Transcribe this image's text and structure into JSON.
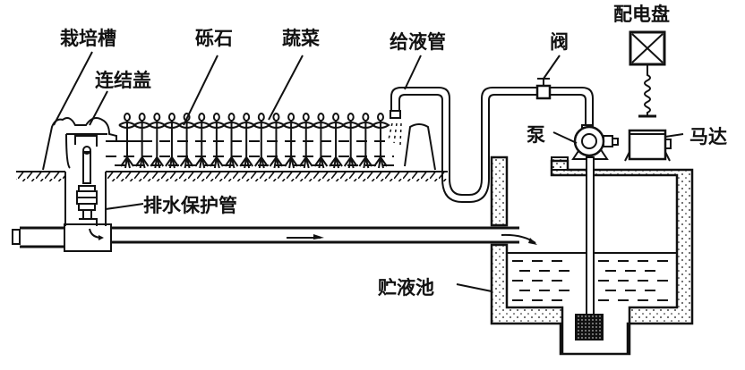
{
  "diagram": {
    "title": "",
    "labels": {
      "cultivation_trough": "栽培槽",
      "connecting_cover": "连结盖",
      "gravel": "砾石",
      "vegetables": "蔬菜",
      "supply_pipe": "给液管",
      "valve": "阀",
      "distribution_panel": "配电盘",
      "pump": "泵",
      "motor": "马达",
      "drain_protection_pipe": "排水保护管",
      "nutrient_tank": "贮液池"
    },
    "components": [
      {
        "id": "cultivation_trough",
        "label": "栽培槽"
      },
      {
        "id": "connecting_cover",
        "label": "连结盖"
      },
      {
        "id": "gravel",
        "label": "砾石"
      },
      {
        "id": "vegetables",
        "label": "蔬菜"
      },
      {
        "id": "supply_pipe",
        "label": "给液管"
      },
      {
        "id": "valve",
        "label": "阀"
      },
      {
        "id": "distribution_panel",
        "label": "配电盘"
      },
      {
        "id": "pump",
        "label": "泵"
      },
      {
        "id": "motor",
        "label": "马达"
      },
      {
        "id": "drain_protection_pipe",
        "label": "排水保护管"
      },
      {
        "id": "nutrient_tank",
        "label": "贮液池"
      }
    ],
    "flows": [
      {
        "from": "cultivation_trough",
        "to": "drain_protection_pipe"
      },
      {
        "from": "drain_protection_pipe",
        "to": "nutrient_tank"
      },
      {
        "from": "nutrient_tank",
        "to": "pump"
      },
      {
        "from": "pump",
        "to": "valve"
      },
      {
        "from": "valve",
        "to": "supply_pipe"
      },
      {
        "from": "supply_pipe",
        "to": "cultivation_trough"
      }
    ],
    "plant_count": 18
  }
}
